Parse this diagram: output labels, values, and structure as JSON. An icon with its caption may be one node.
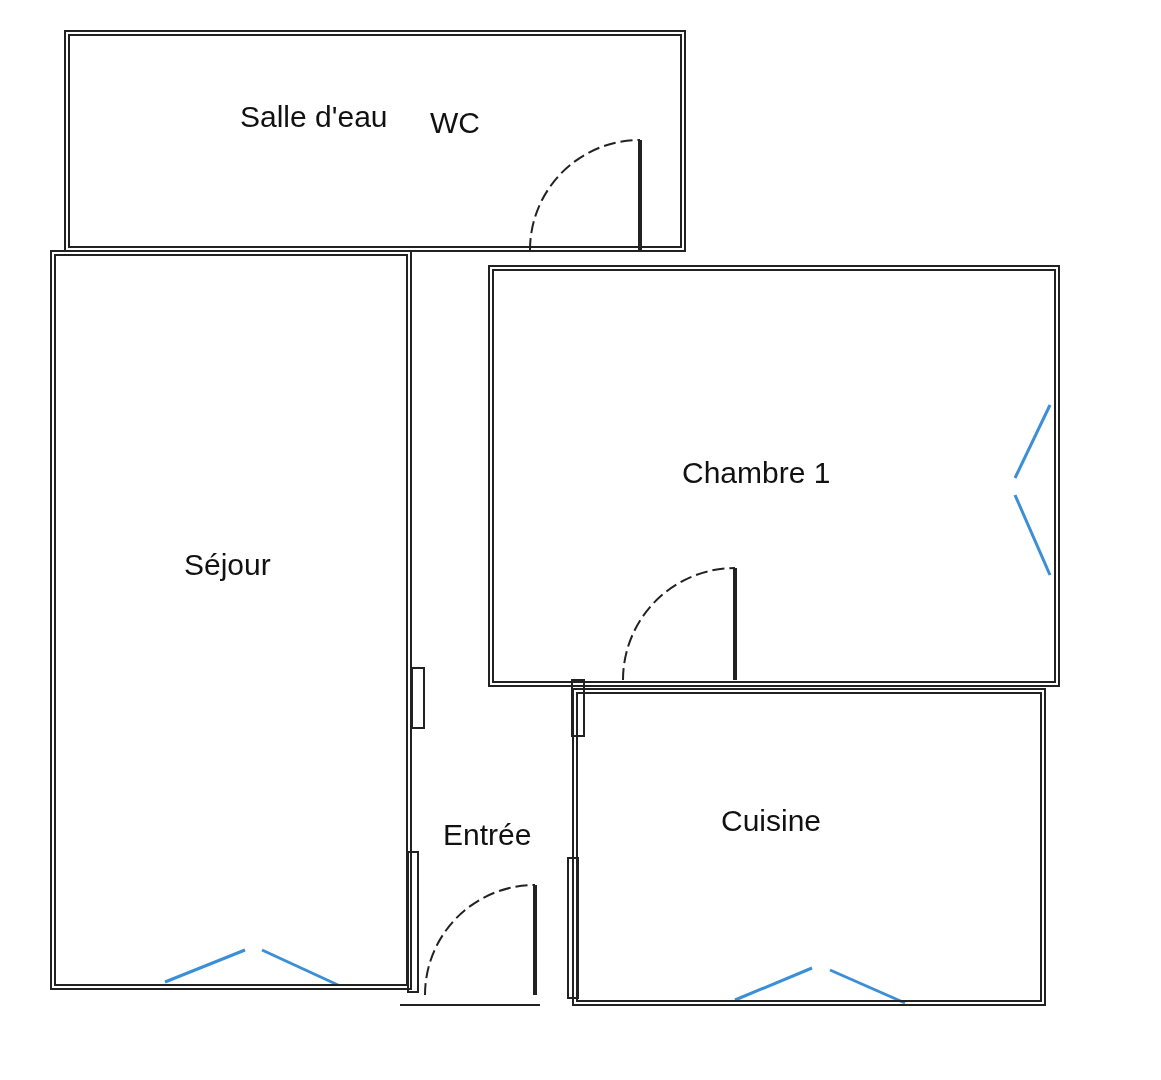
{
  "diagram": {
    "nodes": [
      {
        "text": [
          "Salle d'eau",
          "WC"
        ]
      },
      {
        "text": [
          "Séjour"
        ]
      },
      {
        "text": [
          "Chambre 1"
        ]
      },
      {
        "text": [
          "Cuisine"
        ]
      }
    ],
    "labels": [
      "Entrée"
    ]
  }
}
